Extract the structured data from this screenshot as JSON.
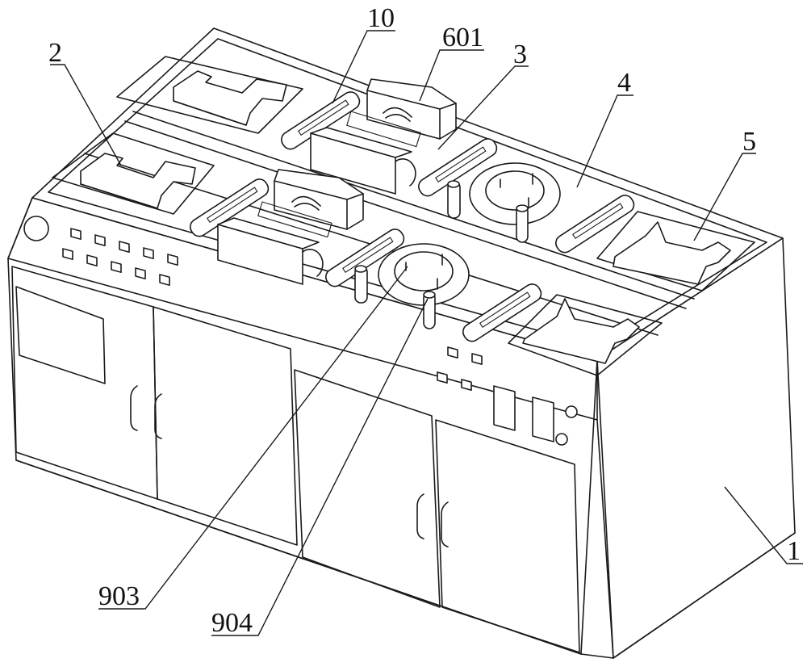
{
  "figure": {
    "type": "patent-line-drawing",
    "subject": "Workbench cabinet with processing stations",
    "line_color": "#1a1a1a",
    "background": "#ffffff"
  },
  "labels": [
    {
      "id": "label-1",
      "text": "1",
      "refers_to": "cabinet body"
    },
    {
      "id": "label-2",
      "text": "2",
      "refers_to": "first clamping block"
    },
    {
      "id": "label-3",
      "text": "3",
      "refers_to": "pressing station"
    },
    {
      "id": "label-4",
      "text": "4",
      "refers_to": "rotary station plate"
    },
    {
      "id": "label-5",
      "text": "5",
      "refers_to": "output clamping block"
    },
    {
      "id": "label-10",
      "text": "10",
      "refers_to": "slide rail"
    },
    {
      "id": "label-601",
      "text": "601",
      "refers_to": "press head housing"
    },
    {
      "id": "label-903",
      "text": "903",
      "refers_to": "rotary disc"
    },
    {
      "id": "label-904",
      "text": "904",
      "refers_to": "positioning post"
    }
  ],
  "control_panel": {
    "left_buttons": 10,
    "right_buttons": 4,
    "displays": 2,
    "knobs": 3
  },
  "doors": {
    "count": 4,
    "handles": 4
  }
}
